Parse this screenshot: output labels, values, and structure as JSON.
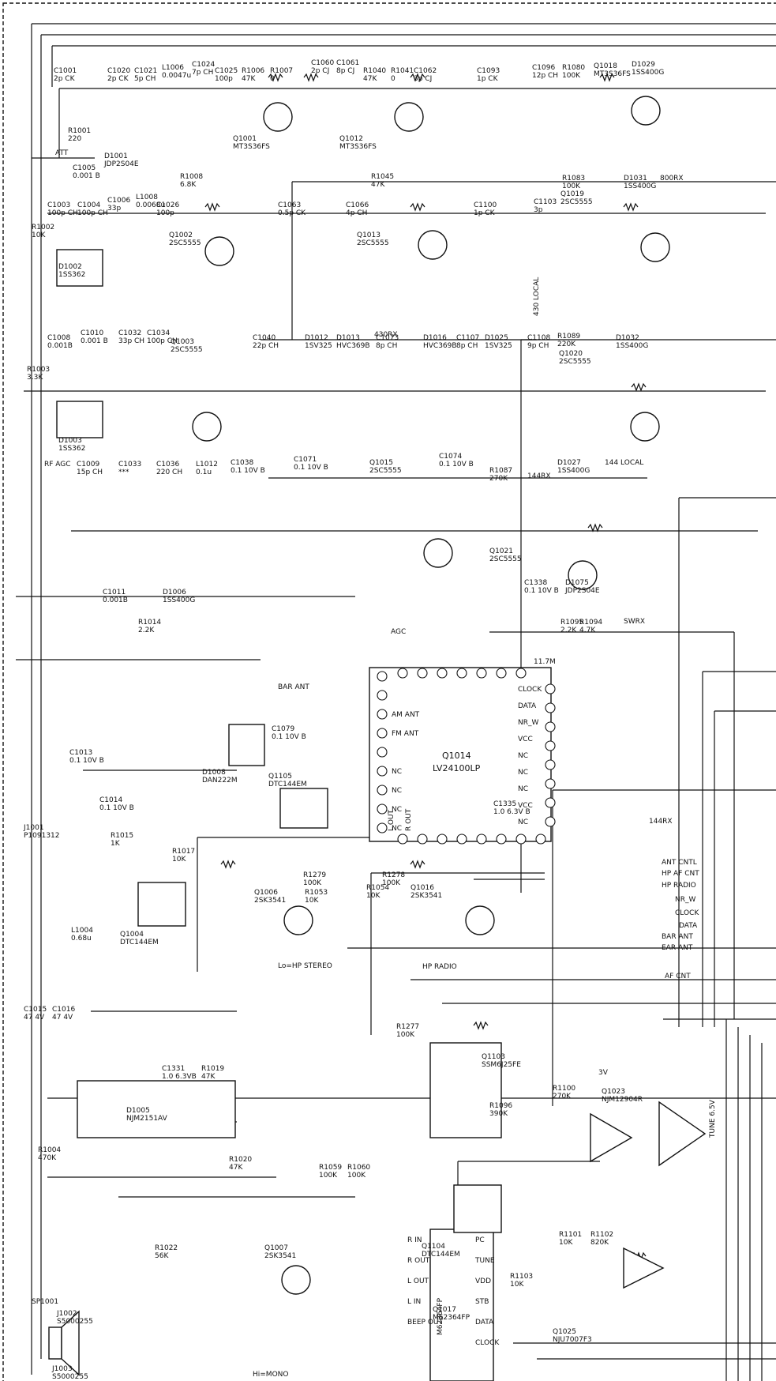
{
  "components": [
    {
      "ref": "C1001",
      "val": "2p CK"
    },
    {
      "ref": "C1020",
      "val": "2p CK"
    },
    {
      "ref": "C1021",
      "val": "5p CH"
    },
    {
      "ref": "L1006",
      "val": "0.0047u"
    },
    {
      "ref": "C1024",
      "val": "7p CH"
    },
    {
      "ref": "C1025",
      "val": "100p"
    },
    {
      "ref": "R1006",
      "val": "47K"
    },
    {
      "ref": "R1007",
      "val": "0"
    },
    {
      "ref": "C1060",
      "val": "2p CJ"
    },
    {
      "ref": "C1061",
      "val": "8p CJ"
    },
    {
      "ref": "R1040",
      "val": "47K"
    },
    {
      "ref": "R1041",
      "val": "0"
    },
    {
      "ref": "C1062",
      "val": "3p CJ"
    },
    {
      "ref": "C1093",
      "val": "1p CK"
    },
    {
      "ref": "C1096",
      "val": "12p CH"
    },
    {
      "ref": "R1080",
      "val": "100K"
    },
    {
      "ref": "Q1018",
      "val": "MT3S36FS"
    },
    {
      "ref": "D1029",
      "val": "1SS400G"
    },
    {
      "ref": "Q1001",
      "val": "MT3S36FS"
    },
    {
      "ref": "Q1012",
      "val": "MT3S36FS"
    },
    {
      "ref": "R1001",
      "val": "220"
    },
    {
      "ref": "C1005",
      "val": "0.001 B"
    },
    {
      "ref": "D1001",
      "val": "JDP2S04E"
    },
    {
      "ref": "R1008",
      "val": "6.8K"
    },
    {
      "ref": "C1003",
      "val": "100p CH"
    },
    {
      "ref": "C1004",
      "val": "100p CH"
    },
    {
      "ref": "C1006",
      "val": "33p"
    },
    {
      "ref": "L1008",
      "val": "0.0068u"
    },
    {
      "ref": "C1026",
      "val": "100p"
    },
    {
      "ref": "Q1002",
      "val": "2SC5555"
    },
    {
      "ref": "R1045",
      "val": "47K"
    },
    {
      "ref": "C1063",
      "val": "0.5p CK"
    },
    {
      "ref": "C1066",
      "val": "4p CH"
    },
    {
      "ref": "Q1013",
      "val": "2SC5555"
    },
    {
      "ref": "C1100",
      "val": "1p CK"
    },
    {
      "ref": "C1103",
      "val": "3p"
    },
    {
      "ref": "R1083",
      "val": "100K"
    },
    {
      "ref": "Q1019",
      "val": "2SC5555"
    },
    {
      "ref": "D1031",
      "val": "1SS400G"
    },
    {
      "ref": "D1002",
      "val": "1SS362"
    },
    {
      "ref": "R1002",
      "val": "10K"
    },
    {
      "ref": "R1003",
      "val": "3.3K"
    },
    {
      "ref": "C1008",
      "val": "0.001B"
    },
    {
      "ref": "C1010",
      "val": "0.001 B"
    },
    {
      "ref": "C1032",
      "val": "33p CH"
    },
    {
      "ref": "C1034",
      "val": "100p CH"
    },
    {
      "ref": "Q1003",
      "val": "2SC5555"
    },
    {
      "ref": "C1040",
      "val": "22p CH"
    },
    {
      "ref": "D1012",
      "val": "1SV325"
    },
    {
      "ref": "D1013",
      "val": "HVC369B"
    },
    {
      "ref": "C1073",
      "val": "8p CH"
    },
    {
      "ref": "D1016",
      "val": "HVC369B"
    },
    {
      "ref": "C1107",
      "val": "8p CH"
    },
    {
      "ref": "D1025",
      "val": "1SV325"
    },
    {
      "ref": "C1108",
      "val": "9p CH"
    },
    {
      "ref": "R1089",
      "val": "220K"
    },
    {
      "ref": "Q1020",
      "val": "2SC5555"
    },
    {
      "ref": "D1032",
      "val": "1SS400G"
    },
    {
      "ref": "D1003",
      "val": "1SS362"
    },
    {
      "ref": "C1009",
      "val": "15p CH"
    },
    {
      "ref": "C1033",
      "val": "***"
    },
    {
      "ref": "C1036",
      "val": "220 CH"
    },
    {
      "ref": "L1012",
      "val": "0.1u"
    },
    {
      "ref": "C1038",
      "val": "0.1 10V B"
    },
    {
      "ref": "C1071",
      "val": "0.1 10V B"
    },
    {
      "ref": "Q1015",
      "val": "2SC5555"
    },
    {
      "ref": "C1074",
      "val": "0.1 10V B"
    },
    {
      "ref": "R1087",
      "val": "270K"
    },
    {
      "ref": "D1027",
      "val": "1SS400G"
    },
    {
      "ref": "Q1021",
      "val": "2SC5555"
    },
    {
      "ref": "C1011",
      "val": "0.001B"
    },
    {
      "ref": "D1006",
      "val": "1SS400G"
    },
    {
      "ref": "C1338",
      "val": "0.1 10V B"
    },
    {
      "ref": "D1075",
      "val": "JDP2S04E"
    },
    {
      "ref": "R1014",
      "val": "2.2K"
    },
    {
      "ref": "R1095",
      "val": "2.2K"
    },
    {
      "ref": "R1094",
      "val": "4.7K"
    },
    {
      "ref": "C1079",
      "val": "0.1 10V B"
    },
    {
      "ref": "Q1105",
      "val": "DTC144EM"
    },
    {
      "ref": "D1008",
      "val": "DAN222M"
    },
    {
      "ref": "C1013",
      "val": "0.1 10V B"
    },
    {
      "ref": "C1014",
      "val": "0.1 10V B"
    },
    {
      "ref": "R1015",
      "val": "1K"
    },
    {
      "ref": "R1017",
      "val": "10K"
    },
    {
      "ref": "Q1004",
      "val": "DTC144EM"
    },
    {
      "ref": "J1001",
      "val": "P1091312"
    },
    {
      "ref": "L1004",
      "val": "0.68u"
    },
    {
      "ref": "C1015",
      "val": "47 4V"
    },
    {
      "ref": "C1016",
      "val": "47 4V"
    },
    {
      "ref": "R1279",
      "val": "100K"
    },
    {
      "ref": "R1278",
      "val": "100K"
    },
    {
      "ref": "Q1006",
      "val": "2SK3541"
    },
    {
      "ref": "R1053",
      "val": "10K"
    },
    {
      "ref": "R1054",
      "val": "10K"
    },
    {
      "ref": "Q1016",
      "val": "2SK3541"
    },
    {
      "ref": "C1335",
      "val": "1.0 6.3V B"
    },
    {
      "ref": "C1331",
      "val": "1.0 6.3VB"
    },
    {
      "ref": "R1019",
      "val": "47K"
    },
    {
      "ref": "D1005",
      "val": "NJM2151AV"
    },
    {
      "ref": "R1020",
      "val": "47K"
    },
    {
      "ref": "R1277",
      "val": "100K"
    },
    {
      "ref": "Q1103",
      "val": "SSM6J25FE"
    },
    {
      "ref": "R1096",
      "val": "390K"
    },
    {
      "ref": "R1100",
      "val": "270K"
    },
    {
      "ref": "Q1023",
      "val": "NJM12904R"
    },
    {
      "ref": "R1059",
      "val": "100K"
    },
    {
      "ref": "R1060",
      "val": "100K"
    },
    {
      "ref": "Q1104",
      "val": "DTC144EM"
    },
    {
      "ref": "R1004",
      "val": "470K"
    },
    {
      "ref": "R1101",
      "val": "10K"
    },
    {
      "ref": "R1102",
      "val": "820K"
    },
    {
      "ref": "R1103",
      "val": "10K"
    },
    {
      "ref": "Q1025",
      "val": "NJU7007F3"
    },
    {
      "ref": "R1022",
      "val": "56K"
    },
    {
      "ref": "Q1007",
      "val": "2SK3541"
    },
    {
      "ref": "SP1001",
      "val": ""
    },
    {
      "ref": "J1002",
      "val": "S5000255"
    },
    {
      "ref": "J1003",
      "val": "S5000255"
    },
    {
      "ref": "Q1017",
      "val": "M62364FP"
    }
  ],
  "ic_q1014": {
    "ref": "Q1014",
    "part": "LV24100LP",
    "left_pins": [
      "AM ANT",
      "FM ANT",
      "NC",
      "NC",
      "NC",
      "NC"
    ],
    "right_pins": [
      "CLOCK",
      "DATA",
      "NR_W",
      "VCC",
      "NC",
      "NC",
      "NC",
      "VCC",
      "NC"
    ],
    "top_label": "11.7M",
    "bottom_labels": [
      "L OUT",
      "R OUT"
    ]
  },
  "ic_q1017": {
    "ref": "Q1017",
    "part": "M62364FP",
    "pins": [
      "R IN",
      "R OUT",
      "L OUT",
      "L IN",
      "BEEP OUT",
      "PC",
      "TUNE",
      "VDD",
      "STB",
      "DATA",
      "CLOCK"
    ]
  },
  "nets": {
    "att": "ATT",
    "rf_agc": "RF AGC",
    "agc": "AGC",
    "bar_ant": "BAR ANT",
    "rx_800": "800RX",
    "rx_430": "430RX",
    "local_430": "430 LOCAL",
    "local_144": "144 LOCAL",
    "rx_144": "144RX",
    "swrx": "SWRX",
    "rx_144b": "144RX",
    "ant_cntl": "ANT CNTL",
    "hp_af_cnt": "HP AF CNT",
    "hp_radio": "HP RADIO",
    "nr_w": "NR_W",
    "clock": "CLOCK",
    "data": "DATA",
    "bar_ant2": "BAR ANT",
    "ear_ant": "EAR ANT",
    "af_cnt": "AF CNT",
    "lo_hp": "Lo=HP STEREO",
    "hp_radio_lbl": "HP RADIO",
    "hi_mono": "Hi=MONO",
    "tune": "TUNE 6.5V",
    "v3": "3V"
  }
}
